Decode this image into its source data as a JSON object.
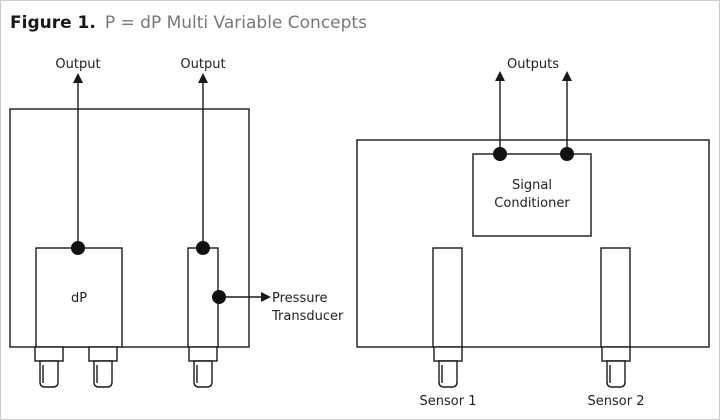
{
  "figure": {
    "caption_prefix": "Figure 1.",
    "caption_text": "P = dP Multi Variable Concepts"
  },
  "left_panel": {
    "output_label_1": "Output",
    "output_label_2": "Output",
    "dp_label": "dP",
    "pressure_label_line1": "Pressure",
    "pressure_label_line2": "Transducer"
  },
  "right_panel": {
    "outputs_label": "Outputs",
    "conditioner_line1": "Signal",
    "conditioner_line2": "Conditioner",
    "sensor1_label": "Sensor 1",
    "sensor2_label": "Sensor 2"
  },
  "colors": {
    "caption_prefix": "#1a1a1a",
    "caption_text": "#777777",
    "border": "#cccccc",
    "lines": "#1a1a1a"
  }
}
